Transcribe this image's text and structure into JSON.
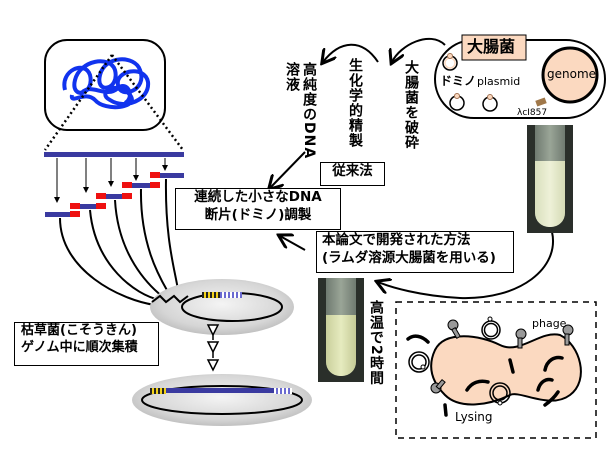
{
  "ecoli_cell": {
    "title": "大腸菌",
    "domino_label": "ドミノ",
    "plasmid_label": "plasmid",
    "genome_label": "genome",
    "strain_label": "λcI857"
  },
  "steps": {
    "break_ecoli": "大腸菌を破砕",
    "biochem_purify": "生化学的精製",
    "hp_dna_line1": "高純度のDNA",
    "hp_dna_line2": "溶液",
    "high_temp": "高温で2時間"
  },
  "boxes": {
    "conventional": "従来法",
    "prep_line1": "連続した小さなDNA",
    "prep_line2": "断片(ドミノ)調製",
    "new_method_line1": "本論文で開発された方法",
    "new_method_line2": "(ラムダ溶源大腸菌を用いる)",
    "bsub_line1": "枯草菌(こそうきん)",
    "bsub_line2": "ゲノム中に順次集積"
  },
  "lysis": {
    "phage_label": "phage",
    "lysing_label": "Lysing"
  },
  "colors": {
    "dna_blue": "#3a3aa0",
    "dna_red": "#ee1111",
    "cell_fill": "#fbd9c0",
    "tangle_blue": "#1133ee",
    "stripe_yellow": "#f2d21a"
  }
}
